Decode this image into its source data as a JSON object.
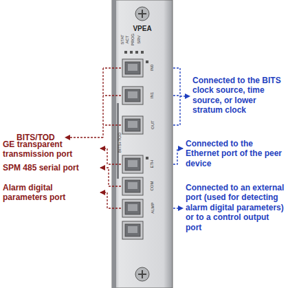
{
  "diagram": {
    "labels": [
      "VPEA",
      "STAT",
      "ACT",
      "PROG",
      "SRV",
      "IN0",
      "IN1",
      "OUT",
      "BITS+TOD",
      "ETH",
      "COM",
      "ALMP",
      "BITS/TOD",
      "GE transparent transmission port",
      "SPM 485 serial port",
      "Alarm digital parameters port",
      "Connected to the BITS clock source, time source, or lower stratum clock",
      "Connected to the Ethernet port of the peer device",
      "Connected to an external port (used for detecting alarm digital parameters) or to a control output port"
    ]
  }
}
